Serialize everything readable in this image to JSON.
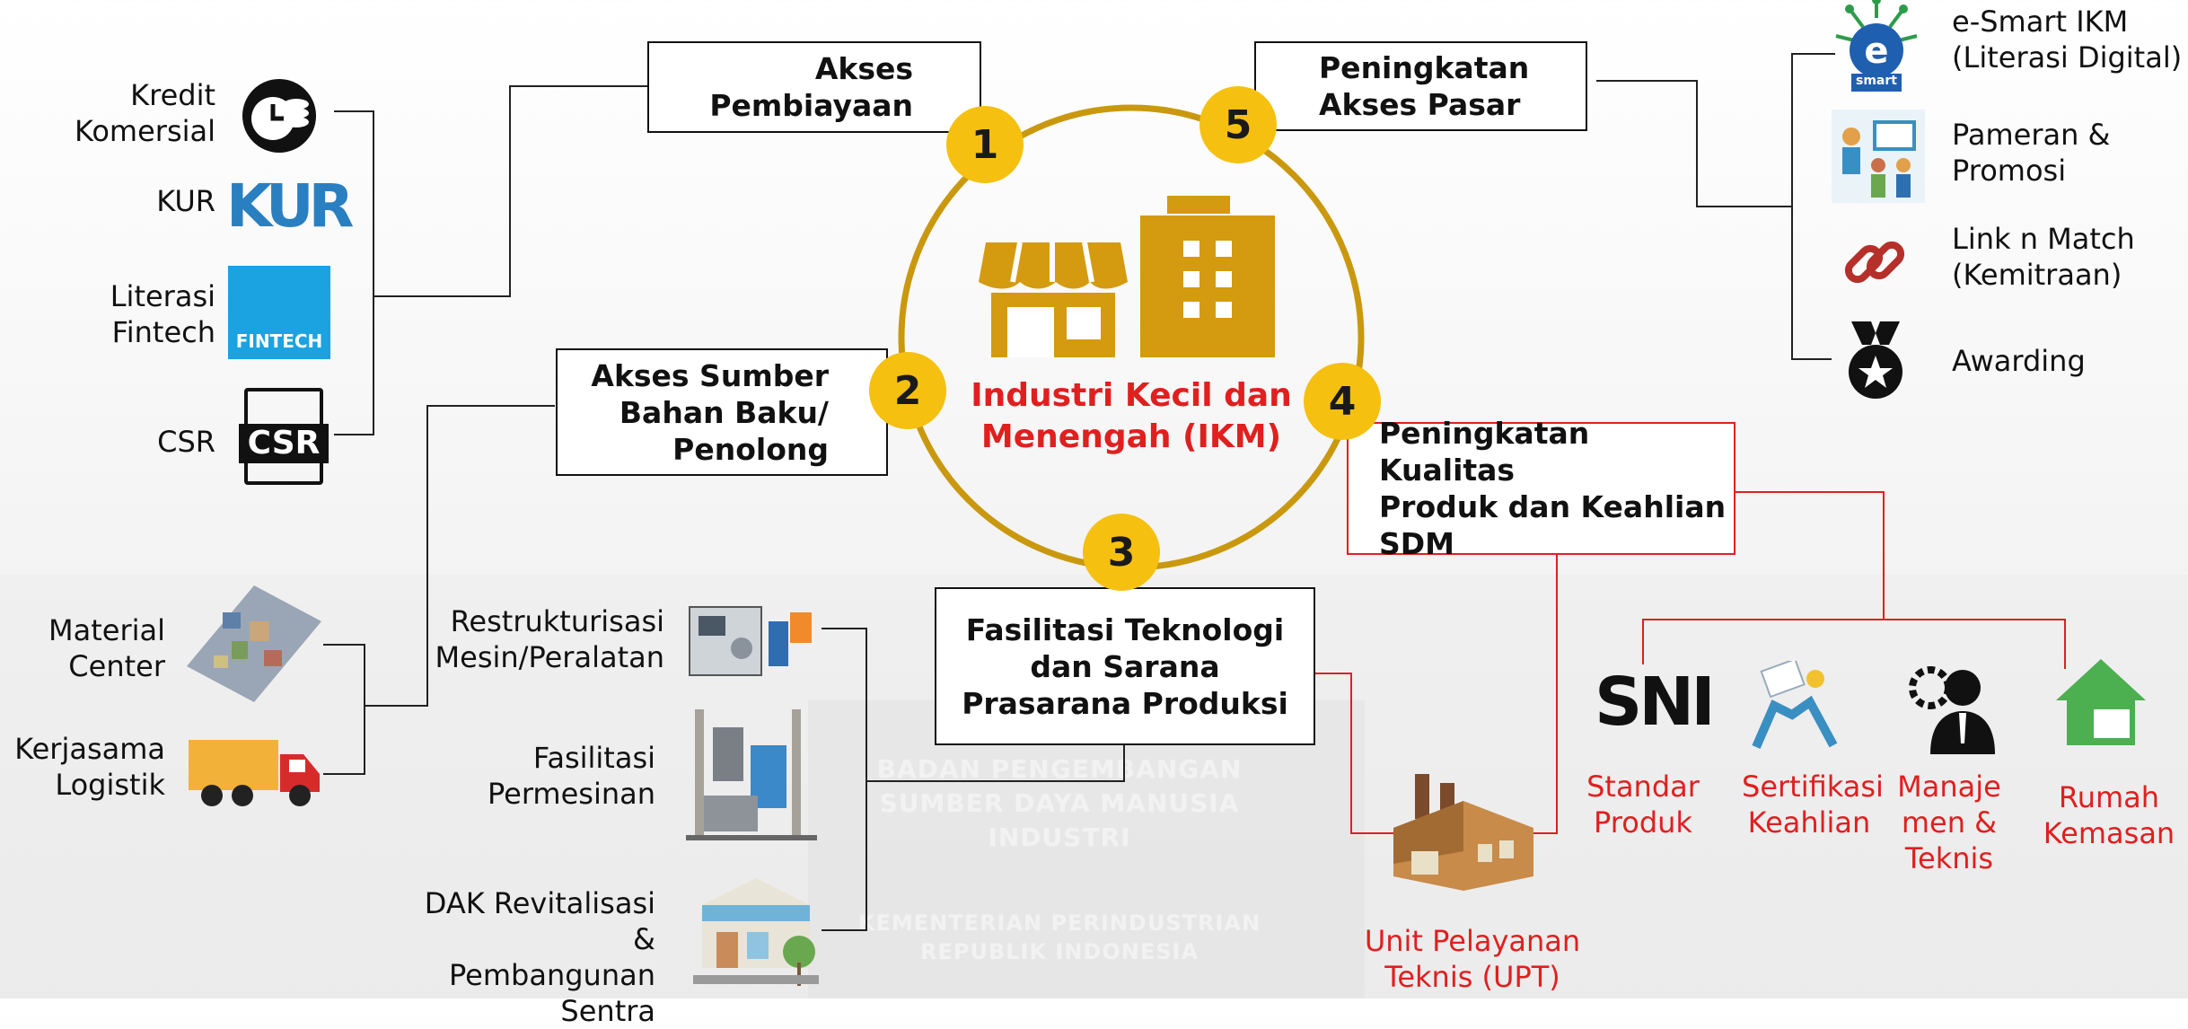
{
  "center": {
    "title_line1": "Industri Kecil dan",
    "title_line2": "Menengah (IKM)"
  },
  "pillars": [
    {
      "number": "1",
      "line1": "Akses",
      "line2": "Pembiayaan"
    },
    {
      "number": "2",
      "line1": "Akses Sumber",
      "line2": "Bahan Baku/",
      "line3": "Penolong"
    },
    {
      "number": "3",
      "line1": "Fasilitasi Teknologi",
      "line2": "dan Sarana",
      "line3": "Prasarana Produksi"
    },
    {
      "number": "4",
      "line1": "Peningkatan Kualitas",
      "line2": "Produk dan Keahlian",
      "line3": "SDM"
    },
    {
      "number": "5",
      "line1": "Peningkatan",
      "line2": "Akses Pasar"
    }
  ],
  "financing_items": [
    {
      "line1": "Kredit",
      "line2": "Komersial",
      "icon": "coins-clock-icon"
    },
    {
      "line1": "KUR",
      "icon": "kur-logo",
      "logo_text": "KUR"
    },
    {
      "line1": "Literasi",
      "line2": "Fintech",
      "icon": "fintech-icon",
      "logo_text": "FINTECH"
    },
    {
      "line1": "CSR",
      "icon": "csr-document-icon",
      "logo_text": "CSR"
    }
  ],
  "material_items": [
    {
      "line1": "Material",
      "line2": "Center",
      "icon": "city-map-icon"
    },
    {
      "line1": "Kerjasama",
      "line2": "Logistik",
      "icon": "truck-icon"
    }
  ],
  "technology_items": [
    {
      "line1": "Restrukturisasi",
      "line2": "Mesin/Peralatan",
      "icon": "machine-icon"
    },
    {
      "line1": "Fasilitasi",
      "line2": "Permesinan",
      "icon": "factory-machine-icon"
    },
    {
      "line1": "DAK Revitalisasi &",
      "line2": "Pembangunan",
      "line3": "Sentra",
      "icon": "market-building-icon"
    }
  ],
  "market_items": [
    {
      "line1": "e-Smart IKM",
      "line2": "(Literasi Digital)",
      "icon": "esmart-icon",
      "logo_text": "smart"
    },
    {
      "line1": "Pameran &",
      "line2": "Promosi",
      "icon": "exhibition-icon"
    },
    {
      "line1": "Link n Match",
      "line2": "(Kemitraan)",
      "icon": "chain-link-icon"
    },
    {
      "line1": "Awarding",
      "icon": "medal-icon"
    }
  ],
  "quality_items": [
    {
      "line1": "Standar",
      "line2": "Produk",
      "icon": "sni-icon",
      "logo_text": "SNI"
    },
    {
      "line1": "Sertifikasi",
      "line2": "Keahlian",
      "icon": "certificate-handshake-icon"
    },
    {
      "line1": "Manaje",
      "line2": "men &",
      "line3": "Teknis",
      "icon": "manager-gear-icon"
    },
    {
      "line1": "Rumah",
      "line2": "Kemasan",
      "icon": "house-box-icon"
    }
  ],
  "upt": {
    "line1": "Unit Pelayanan",
    "line2": "Teknis (UPT)",
    "icon": "factory-icon"
  },
  "background": {
    "line1": "BADAN PENGEMBANGAN",
    "line2": "SUMBER DAYA MANUSIA",
    "line3": "INDUSTRI",
    "line4": "KEMENTERIAN PERINDUSTRIAN",
    "line5": "REPUBLIK INDONESIA"
  },
  "colors": {
    "accent_yellow": "#f5c010",
    "gold": "#c9980e",
    "red": "#e01f1f",
    "icon_gold": "#d49a10"
  }
}
